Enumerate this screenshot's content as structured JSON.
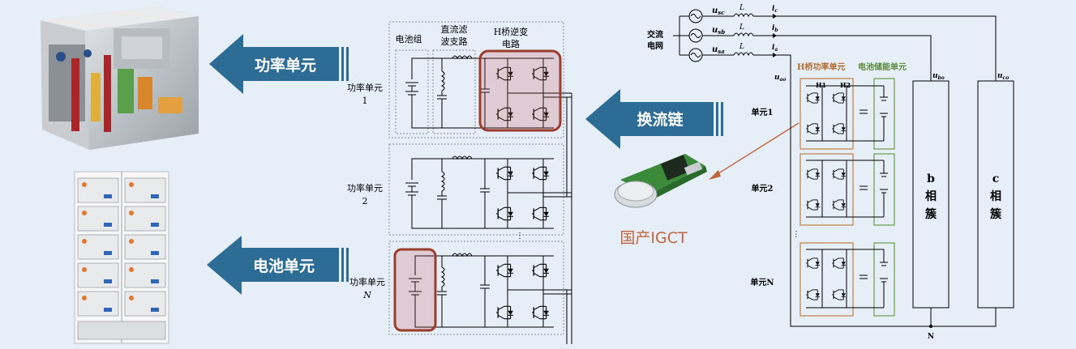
{
  "colors": {
    "arrow": "#2d6c94",
    "highlight": "#9b3d2d",
    "hbridge_box": "#c08040",
    "battery_box": "#6e9a4a",
    "igct_text": "#c0643c"
  },
  "arrows": {
    "power_unit": "功率单元",
    "battery_unit": "电池单元",
    "commutation": "换流链"
  },
  "igct_label": "国产IGCT",
  "circuit": {
    "headers": {
      "battery": "电池组",
      "filter_1": "直流滤",
      "filter_2": "波支路",
      "hbridge_1": "H桥逆变",
      "hbridge_2": "电路"
    },
    "units": [
      {
        "name": "功率单元",
        "index": "1"
      },
      {
        "name": "功率单元",
        "index": "2"
      },
      {
        "name": "功率单元",
        "index": "N"
      }
    ]
  },
  "system": {
    "ac_grid_1": "交流",
    "ac_grid_2": "电网",
    "sources": [
      {
        "u": "u",
        "sub": "sc",
        "current": "i",
        "isub": "c",
        "L": "L"
      },
      {
        "u": "u",
        "sub": "sb",
        "current": "i",
        "isub": "b",
        "L": "L"
      },
      {
        "u": "u",
        "sub": "sa",
        "current": "i",
        "isub": "a",
        "L": "L"
      }
    ],
    "hbridge_label": "H桥功率单元",
    "battery_label": "电池储能单元",
    "h1": "H1",
    "h2": "H2",
    "uao": {
      "u": "u",
      "sub": "ao"
    },
    "ubo": {
      "u": "u",
      "sub": "bo"
    },
    "uco": {
      "u": "u",
      "sub": "co"
    },
    "cells": [
      "单元1",
      "单元2",
      "单元N"
    ],
    "b_cluster": [
      "b",
      "相",
      "簇"
    ],
    "c_cluster": [
      "c",
      "相",
      "簇"
    ],
    "neutral": "N"
  }
}
